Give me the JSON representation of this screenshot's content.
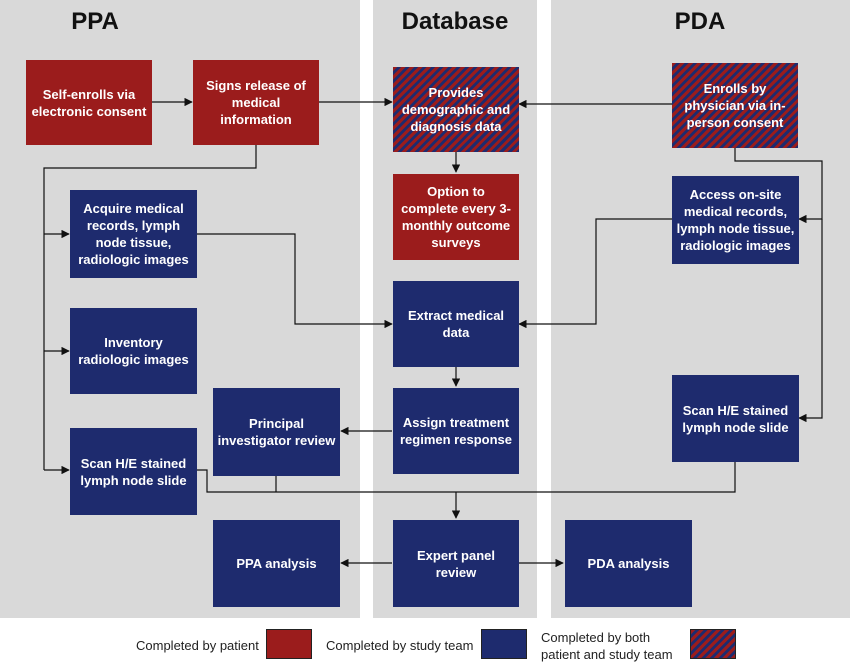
{
  "lanes": {
    "ppa": "PPA",
    "database": "Database",
    "pda": "PDA"
  },
  "nodes": {
    "self_enroll": "Self-enrolls via electronic consent",
    "signs_release": "Signs release of medical information",
    "provides_demo": "Provides demographic and diagnosis data",
    "enrolls_physician": "Enrolls by physician via in-person consent",
    "option_surveys": "Option to complete every 3-monthly outcome surveys",
    "acquire_records": "Acquire medical records, lymph node tissue, radiologic images",
    "access_onsite": "Access on-site medical records, lymph node tissue, radiologic images",
    "extract_data": "Extract medical data",
    "inventory_images": "Inventory radiologic images",
    "principal_review": "Principal investigator review",
    "assign_treatment": "Assign treatment regimen response",
    "scan_he_pda": "Scan H/E stained lymph node slide",
    "scan_he_ppa": "Scan H/E stained lymph node slide",
    "ppa_analysis": "PPA  analysis",
    "expert_panel": "Expert panel review",
    "pda_analysis": "PDA  analysis"
  },
  "legend": {
    "patient": "Completed by patient",
    "study_team": "Completed by study team",
    "both": "Completed by both patient and study team"
  },
  "colors": {
    "patient": "#9b1c1c",
    "study_team": "#1e2b6e",
    "lane_bg": "#d9d9d9",
    "arrow": "#111111"
  }
}
